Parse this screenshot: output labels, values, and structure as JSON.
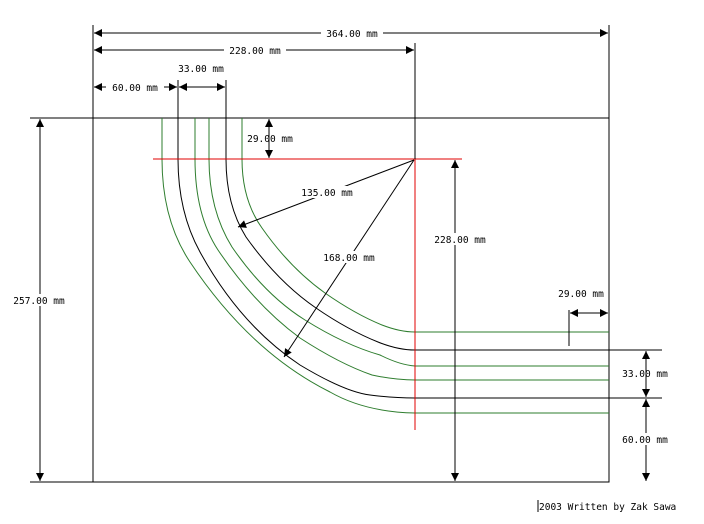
{
  "dimensions": {
    "total_width": "364.00 mm",
    "to_center_x": "228.00 mm",
    "left_offset": "60.00 mm",
    "track_spacing_top": "33.00 mm",
    "top_offset": "29.00 mm",
    "total_height": "257.00 mm",
    "center_to_bottom": "228.00 mm",
    "inner_radius": "135.00 mm",
    "outer_radius": "168.00 mm",
    "right_offset": "29.00 mm",
    "track_spacing_right": "33.00 mm",
    "bottom_offset": "60.00 mm"
  },
  "footer": {
    "credit": "2003 Written by Zak Sawa"
  },
  "colors": {
    "guide_rails": "#2e7d2e",
    "track_centerlines": "#000000",
    "construction_lines": "#e00000"
  }
}
